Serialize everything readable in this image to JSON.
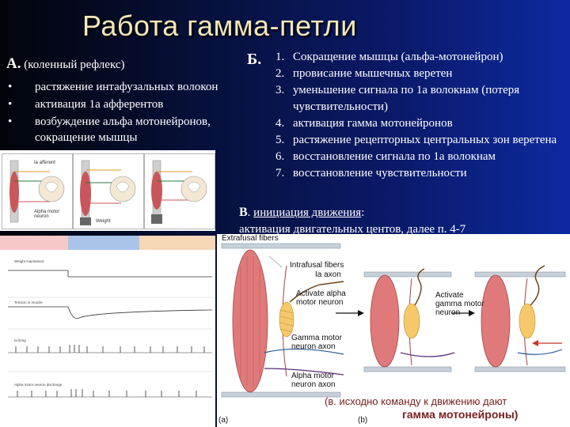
{
  "title": "Работа гамма-петли",
  "section_a": {
    "letter": "А.",
    "subtitle": "(коленный рефлекс)",
    "items": [
      "растяжение интафузальных волокон",
      "активация 1а афферентов",
      "возбуждение альфа мотонейронов, сокращение мышцы"
    ]
  },
  "section_b": {
    "letter": "Б.",
    "items": [
      {
        "num": "1.",
        "text": "Сокращение мышцы (альфа-мотонейрон)"
      },
      {
        "num": "2.",
        "text": " провисание мышечных веретен"
      },
      {
        "num": "3.",
        "text": "уменьшение сигнала по 1а волокнам (потеря чувствительности)"
      },
      {
        "num": "4.",
        "text": "активация гамма мотонейронов"
      },
      {
        "num": "5.",
        "text": "растяжение рецепторных центральных зон веретена"
      },
      {
        "num": "6.",
        "text": "восстановление сигнала по 1а волокнам"
      },
      {
        "num": "7.",
        "text": "восстановление чувствительности"
      }
    ]
  },
  "section_c": {
    "letter": "В",
    "sep": ". ",
    "link": "инициация движения",
    "colon": ":",
    "text": "активация двигательных центов, далее п. 4-7"
  },
  "diagram_top": {
    "labels": [
      "Ia afferent",
      "Alpha motor neuron",
      "Weight"
    ]
  },
  "graph": {
    "row_labels": [
      "Weight maintained",
      "Tension in muscle",
      "Ia firing",
      "Alpha motor neuron discharge"
    ],
    "band_colors": [
      "#f6c9c9",
      "#a9c4e8",
      "#f6d7b6",
      "#c9dcb8"
    ]
  },
  "diagram_main": {
    "labels": {
      "extrafusal": "Extrafusal fibers",
      "intrafusal": "Intrafusal fibers",
      "ia_axon": "Ia axon",
      "activate_alpha": "Activate alpha motor neuron",
      "activate_gamma": "Activate gamma motor neuron",
      "gamma_axon": "Gamma motor neuron axon",
      "alpha_axon": "Alpha motor neuron axon",
      "a": "(a)",
      "b": "(b)"
    },
    "note_line1": "(в. исходно команду к движению дают",
    "note_line2": "гамма мотонейроны)"
  }
}
